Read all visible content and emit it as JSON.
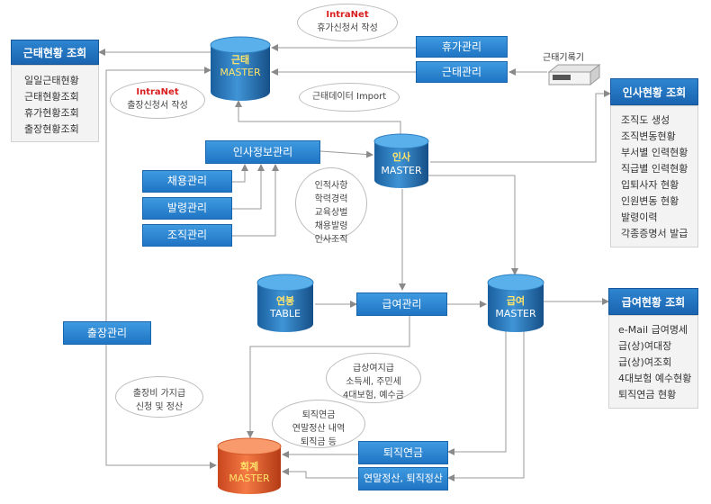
{
  "panels": {
    "attendance": {
      "title": "근태현황 조회",
      "items": [
        "일일근태현황",
        "근태현황조회",
        "휴가현황조회",
        "출장현황조회"
      ]
    },
    "hr": {
      "title": "인사현황 조회",
      "items": [
        "조직도 생성",
        "조직변동현황",
        "부서별 인력현황",
        "직급별 인력현황",
        "입퇴사자 현황",
        "인원변동 현황",
        "발령이력",
        "각종증명서 발급"
      ]
    },
    "payroll": {
      "title": "급여현황 조회",
      "items": [
        "e-Mail 급여명세",
        "급(상)여대장",
        "급(상)여조회",
        "4대보험 예수현황",
        "퇴직연금 현황"
      ]
    }
  },
  "masters": {
    "attendance": {
      "name": "근태",
      "sub": "MASTER"
    },
    "hr": {
      "name": "인사",
      "sub": "MASTER"
    },
    "payroll": {
      "name": "급여",
      "sub": "MASTER"
    },
    "accounting": {
      "name": "회계",
      "sub": "MASTER"
    },
    "salary_table": {
      "name": "연봉",
      "sub": "TABLE"
    }
  },
  "boxes": {
    "leave": "휴가관리",
    "attendance_mgmt": "근태관리",
    "hr_info": "인사정보관리",
    "recruit": "채용관리",
    "appoint": "발령관리",
    "org": "조직관리",
    "payroll_mgmt": "급여관리",
    "business_trip": "출장관리",
    "pension": "퇴직연금",
    "settlement": "연말정산, 퇴직정산"
  },
  "device_label": "근태기록기",
  "bubbles": {
    "intranet_leave": {
      "title": "IntraNet",
      "lines": [
        "휴가신청서 작성"
      ]
    },
    "intranet_trip": {
      "title": "IntraNet",
      "lines": [
        "출장신청서 작성"
      ]
    },
    "import": {
      "lines": [
        "근태데이터 Import"
      ]
    },
    "hr_items": {
      "lines": [
        "인적사항",
        "학력경력",
        "교육상벌",
        "채용발령",
        "인사조직"
      ]
    },
    "payroll_items": {
      "lines": [
        "급상여지급",
        "소득세, 주민세",
        "4대보험, 예수금"
      ]
    },
    "trip_expense": {
      "lines": [
        "출장비 가지급",
        "신청 및 정산"
      ]
    },
    "retire_items": {
      "lines": [
        "퇴직연금",
        "연말정산 내역",
        "퇴직금 등"
      ]
    }
  }
}
